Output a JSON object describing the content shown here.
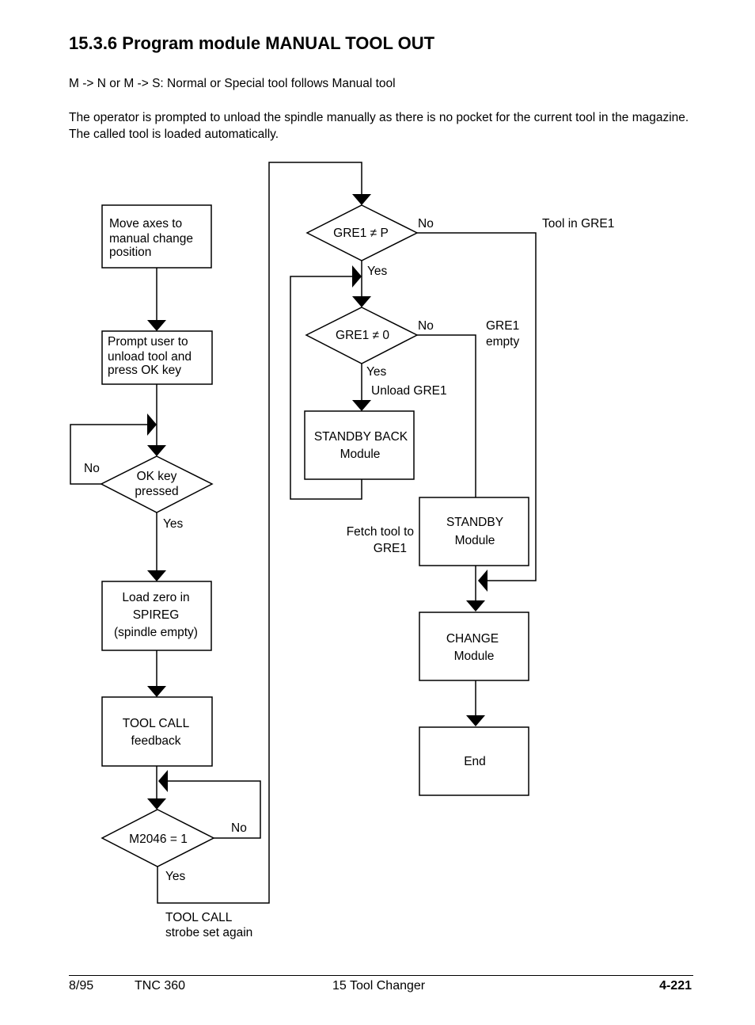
{
  "heading": "15.3.6 Program module MANUAL TOOL OUT",
  "intro": "M -> N or M -> S: Normal or Special tool follows Manual tool",
  "description": "The operator is prompted to unload the spindle manually as there is no pocket for the current tool in the magazine. The called tool is loaded automatically.",
  "flow": {
    "move_axes": [
      "Move axes to",
      "manual change",
      "position"
    ],
    "prompt_user": [
      "Prompt user to",
      "unload tool and",
      "press OK key"
    ],
    "ok_key": [
      "OK key",
      "pressed"
    ],
    "load_zero": [
      "Load zero in",
      "SPIREG",
      "(spindle empty)"
    ],
    "tool_call_feedback": [
      "TOOL CALL",
      "feedback"
    ],
    "m2046": "M2046 = 1",
    "gre1_p": "GRE1 ≠ P",
    "gre1_0": "GRE1 ≠ 0",
    "standby_back": [
      "STANDBY BACK",
      "Module"
    ],
    "standby": [
      "STANDBY",
      "Module"
    ],
    "change": [
      "CHANGE",
      "Module"
    ],
    "end": "End",
    "labels": {
      "no": "No",
      "yes": "Yes",
      "tool_in_gre1": "Tool in GRE1",
      "gre1_empty": [
        "GRE1",
        "empty"
      ],
      "unload_gre1": "Unload GRE1",
      "fetch_tool": [
        "Fetch tool to",
        "GRE1"
      ],
      "strobe": [
        "TOOL CALL",
        "strobe set again"
      ]
    }
  },
  "footer": {
    "date": "8/95",
    "model": "TNC 360",
    "chapter": "15  Tool Changer",
    "page": "4-221"
  }
}
